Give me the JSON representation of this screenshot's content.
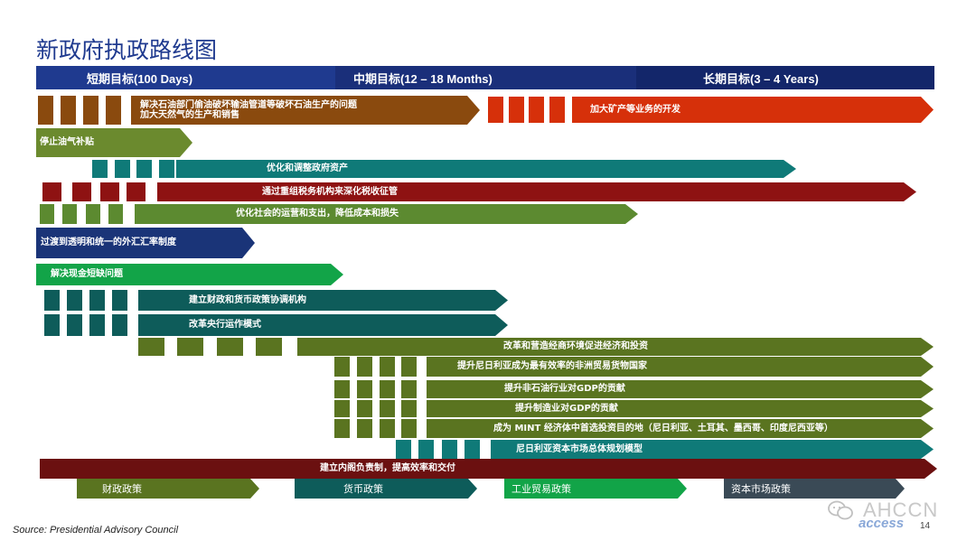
{
  "title": "新政府执政路线图",
  "phases": [
    {
      "label": "短期目标(100 Days)",
      "color": "#1f3a8f"
    },
    {
      "label": "中期目标(12 – 18 Months)",
      "color": "#1a2f7a"
    },
    {
      "label": "长期目标(3 – 4 Years)",
      "color": "#13266a"
    }
  ],
  "initiatives": {
    "oil_theft": {
      "text": "解决石油部门偷油破坏输油管道等破坏石油生产的问题",
      "text2": "加大天然气的生产和销售",
      "color": "#8a4a0e"
    },
    "mining": {
      "text": "加大矿产等业务的开发",
      "color": "#d6300a"
    },
    "subsidy": {
      "text": "停止油气补贴",
      "color": "#6b8a2e"
    },
    "assets": {
      "text": "优化和调整政府资产",
      "color": "#0f7a78"
    },
    "tax": {
      "text": "通过重组税务机构来深化税收征管",
      "color": "#8e1212"
    },
    "social": {
      "text": "优化社会的运营和支出，降低成本和损失",
      "color": "#5c8a30"
    },
    "fx": {
      "text": "过渡到透明和统一的外汇汇率制度",
      "color": "#1a3478"
    },
    "cash": {
      "text": "解决现金短缺问题",
      "color": "#12a448"
    },
    "coord": {
      "text": "建立财政和货币政策协调机构",
      "color": "#0e5c5a"
    },
    "cbn": {
      "text": "改革央行运作模式",
      "color": "#0e5c5a"
    },
    "business": {
      "text": "改革和营造经商环境促进经济和投资",
      "color": "#5a7420"
    },
    "trade": {
      "text": "提升尼日利亚成为最有效率的非洲贸易货物国家",
      "color": "#5a7420"
    },
    "nonoil": {
      "text": "提升非石油行业对GDP的贡献",
      "color": "#5a7420"
    },
    "manuf": {
      "text": "提升制造业对GDP的贡献",
      "color": "#5a7420"
    },
    "mint": {
      "text": "成为 MINT 经济体中首选投资目的地（尼日利亚、土耳其、墨西哥、印度尼西亚等）",
      "color": "#5a7420"
    },
    "capital": {
      "text": "尼日利亚资本市场总体规划模型",
      "color": "#0f7a78"
    },
    "cabinet": {
      "text": "建立内阁负责制，提高效率和交付",
      "color": "#6b1010"
    }
  },
  "categories": [
    {
      "label": "财政政策",
      "color": "#5a7420"
    },
    {
      "label": "货币政策",
      "color": "#0e5c5a"
    },
    {
      "label": "工业贸易政策",
      "color": "#12a448"
    },
    {
      "label": "资本市场政策",
      "color": "#3a4a56"
    }
  ],
  "footer": {
    "source": "Source: Presidential Advisory Council",
    "page": "14",
    "watermark": "AHCCN",
    "watermark2": "access"
  }
}
